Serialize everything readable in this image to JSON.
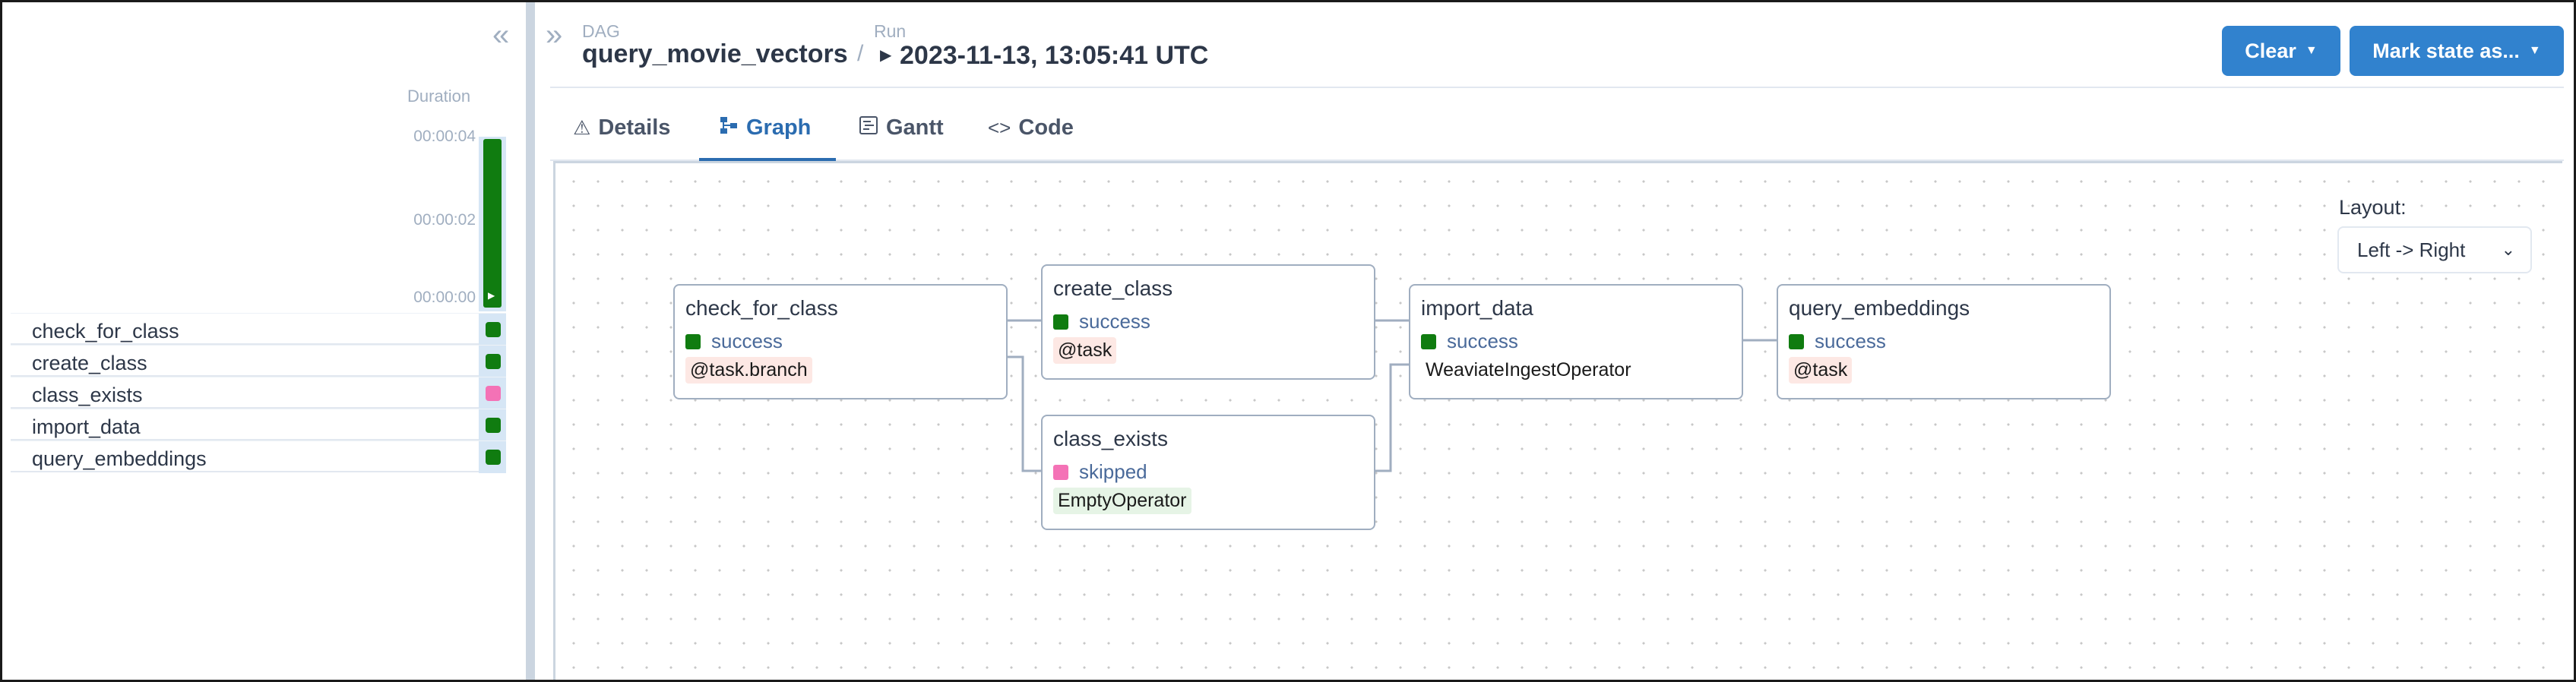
{
  "left_panel": {
    "collapse_icon": "double-chevron-left-icon",
    "duration_label": "Duration",
    "duration_ticks": [
      "00:00:04",
      "00:00:02",
      "00:00:00"
    ],
    "run_duration_fraction": 1.0,
    "tasks": [
      {
        "name": "check_for_class",
        "state": "success",
        "color": "#107c10"
      },
      {
        "name": "create_class",
        "state": "success",
        "color": "#107c10"
      },
      {
        "name": "class_exists",
        "state": "skipped",
        "color": "#f472b6"
      },
      {
        "name": "import_data",
        "state": "success",
        "color": "#107c10"
      },
      {
        "name": "query_embeddings",
        "state": "success",
        "color": "#107c10"
      }
    ]
  },
  "header": {
    "expand_icon": "double-chevron-right-icon",
    "dag_label": "DAG",
    "dag_name": "query_movie_vectors",
    "separator": "/",
    "run_label": "Run",
    "run_value": "2023-11-13, 13:05:41 UTC",
    "clear_button": "Clear",
    "mark_state_button": "Mark state as..."
  },
  "tabs": [
    {
      "label": "Details",
      "icon": "warning-triangle-icon",
      "active": false
    },
    {
      "label": "Graph",
      "icon": "graph-icon",
      "active": true
    },
    {
      "label": "Gantt",
      "icon": "gantt-icon",
      "active": false
    },
    {
      "label": "Code",
      "icon": "code-icon",
      "active": false
    }
  ],
  "graph": {
    "layout_label": "Layout:",
    "layout_value": "Left -> Right",
    "nodes": [
      {
        "id": "check_for_class",
        "state": "success",
        "operator": "@task.branch"
      },
      {
        "id": "create_class",
        "state": "success",
        "operator": "@task"
      },
      {
        "id": "class_exists",
        "state": "skipped",
        "operator": "EmptyOperator"
      },
      {
        "id": "import_data",
        "state": "success",
        "operator": "WeaviateIngestOperator"
      },
      {
        "id": "query_embeddings",
        "state": "success",
        "operator": "@task"
      }
    ],
    "edges": [
      [
        "check_for_class",
        "create_class"
      ],
      [
        "check_for_class",
        "class_exists"
      ],
      [
        "create_class",
        "import_data"
      ],
      [
        "class_exists",
        "import_data"
      ],
      [
        "import_data",
        "query_embeddings"
      ]
    ]
  },
  "colors": {
    "success": "#107c10",
    "skipped": "#f472b6",
    "accent": "#3182ce",
    "op_decorator_bg": "#fde8e4",
    "op_empty_bg": "#e6f4e6",
    "op_weaviate_bg": "#ffffff"
  }
}
